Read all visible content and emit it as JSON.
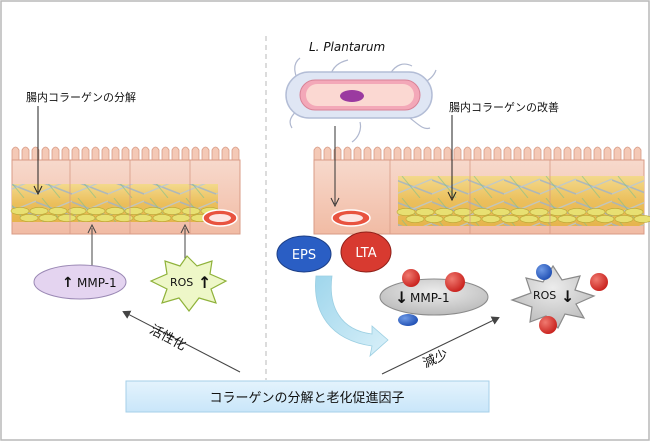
{
  "labels": {
    "bacterium": "L. Plantarum",
    "left_caption": "腸内コラーゲンの分解",
    "right_caption": "腸内コラーゲンの改善",
    "mmp_left": "MMP-1",
    "ros_left": "ROS",
    "eps": "EPS",
    "lta": "LTA",
    "mmp_right": "MMP-1",
    "ros_right": "ROS",
    "activate": "活性化",
    "decrease": "減少",
    "bottom_box": "コラーゲンの分解と老化促進因子"
  },
  "arrows": {
    "up": "↑",
    "down": "↓"
  },
  "colors": {
    "tissue": "#f5cbb8",
    "collagen_band": "#f2cf78",
    "mmp_fill": "#e3d3ee",
    "ros_fill": "#eef7c8",
    "eps_fill": "#2a5ec4",
    "lta_fill": "#d83a30",
    "box_fill": "#d6ecfb"
  }
}
